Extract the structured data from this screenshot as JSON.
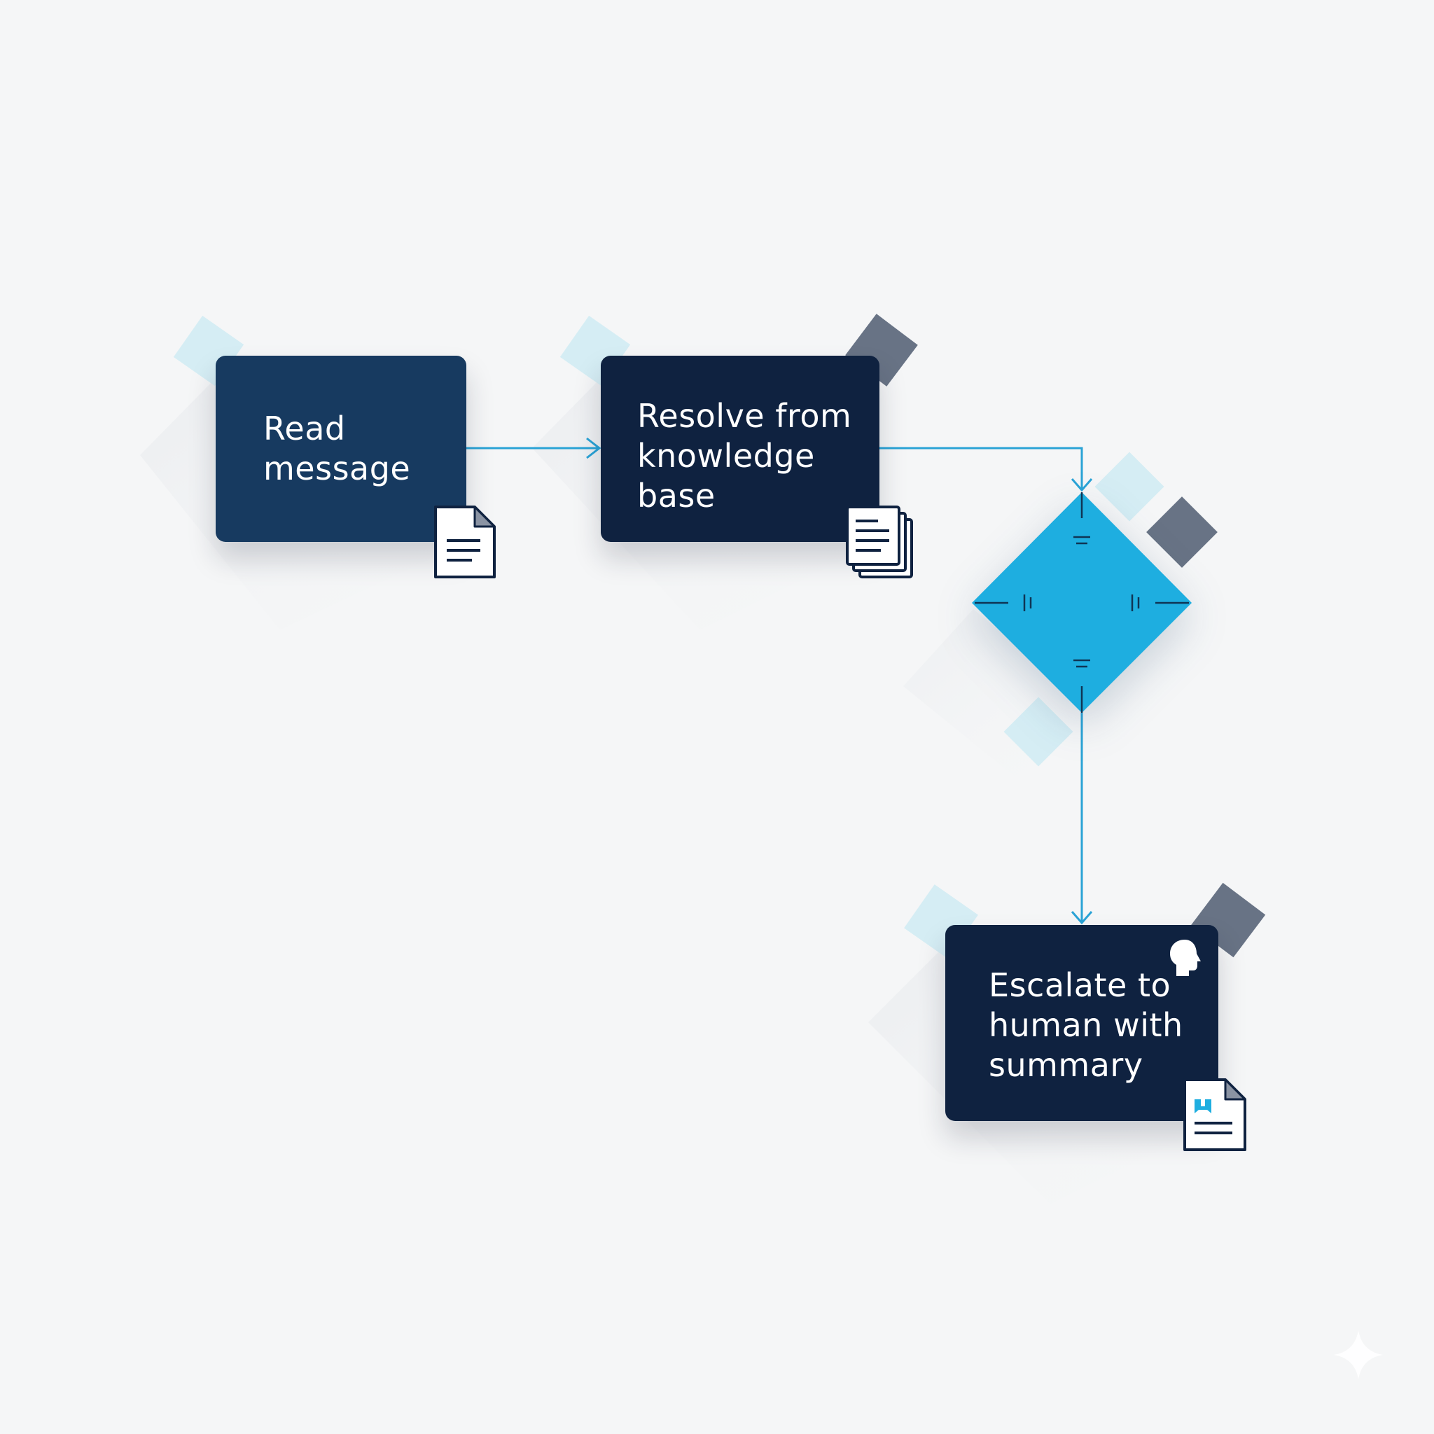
{
  "colors": {
    "background": "#f5f6f7",
    "node_primary": "#173a60",
    "node_dark": "#0f2240",
    "decision": "#1eaee0",
    "connector": "#2aa3d6",
    "deco_light": "#d5edf4",
    "deco_dark": "#687385"
  },
  "nodes": {
    "read": {
      "label": "Read\nmessage",
      "icon": "document-icon"
    },
    "resolve": {
      "label": "Resolve from\nknowledge\nbase",
      "icon": "document-stack-icon"
    },
    "decision": {
      "label": "",
      "icon": "diamond-decision"
    },
    "escalate": {
      "label": "Escalate to\nhuman with\nsummary",
      "icon": "document-summary-icon",
      "badge_icon": "human-head-icon"
    }
  }
}
